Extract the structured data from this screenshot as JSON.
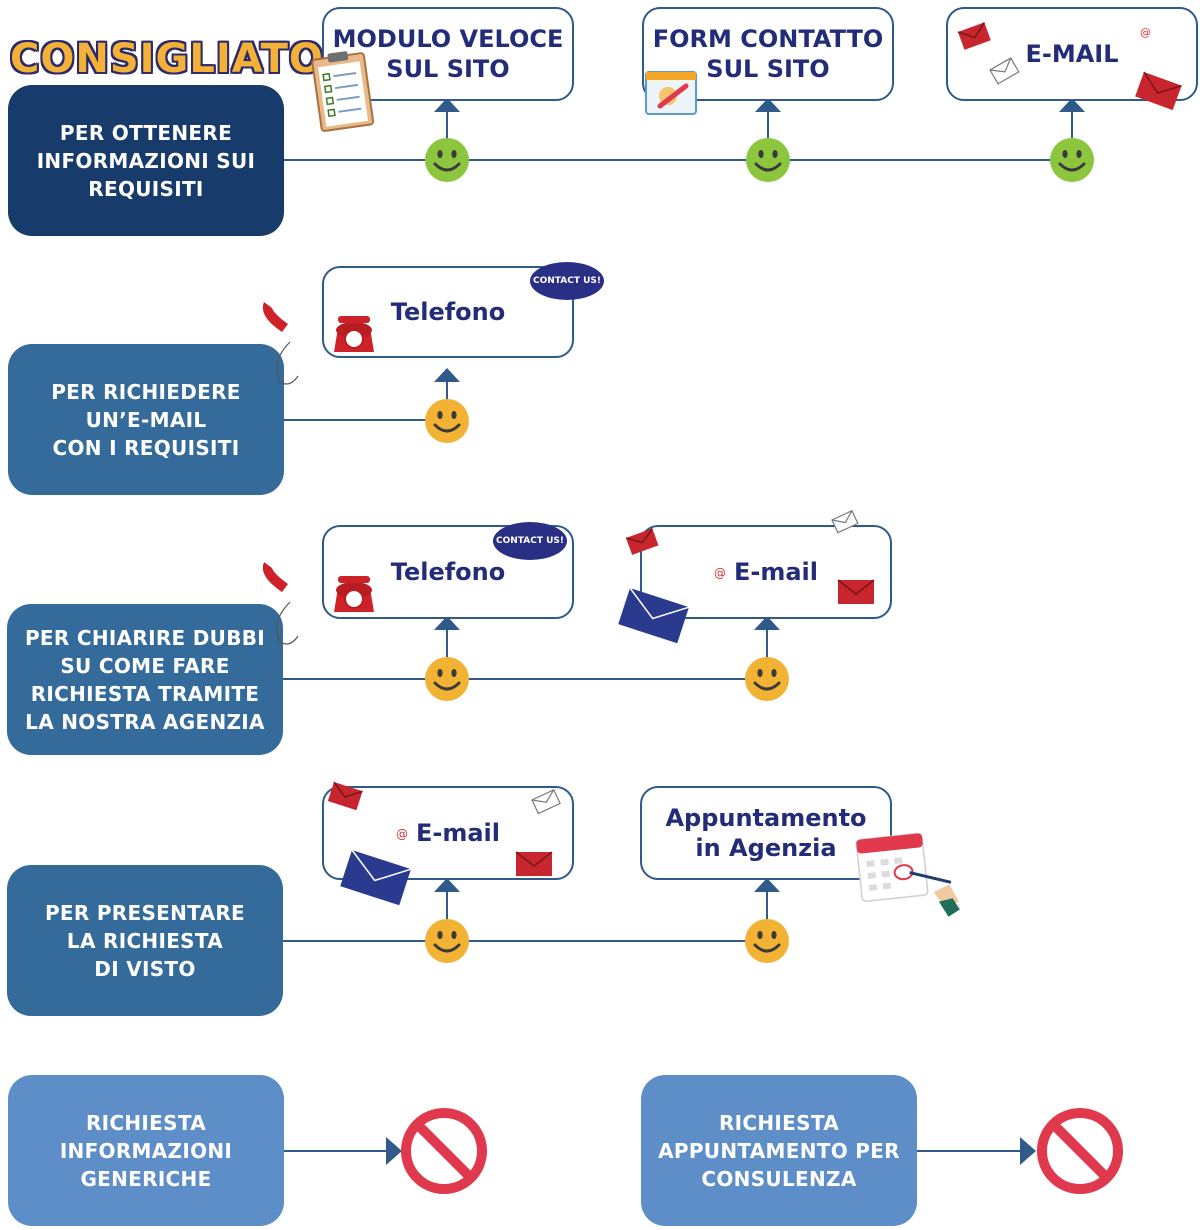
{
  "badge": "CONSIGLIATO",
  "categories": {
    "c1": "PER OTTENERE\nINFORMAZIONI SUI\nREQUISITI",
    "c2": "PER RICHIEDERE\nUN’E-MAIL\nCON I REQUISITI",
    "c3": "PER CHIARIRE DUBBI\nSU COME FARE\nRICHIESTA TRAMITE\nLA NOSTRA AGENZIA",
    "c4": "PER PRESENTARE\nLA RICHIESTA\nDI VISTO",
    "c5": "RICHIESTA\nINFORMAZIONI\nGENERICHE",
    "c6": "RICHIESTA\nAPPUNTAMENTO PER\nCONSULENZA"
  },
  "options": {
    "o1": "MODULO VELOCE\nSUL SITO",
    "o2": "FORM CONTATTO\nSUL SITO",
    "o3": "E-MAIL",
    "o4": "Telefono",
    "o5": "Telefono",
    "o6": "E-mail",
    "o7": "E-mail",
    "o8": "Appuntamento\nin Agenzia"
  },
  "bubble_text": "CONTACT US!",
  "colors": {
    "dark_navy": "#173b6a",
    "mid_blue": "#356b9b",
    "light_blue": "#5d8ec8",
    "green_smiley": "#8cc63f",
    "yellow_smiley": "#f2b233",
    "line": "#2f5a8a",
    "forbidden": "#e0384c"
  },
  "icons": [
    "clipboard-icon",
    "form-icon",
    "envelope-icon",
    "phone-icon",
    "calendar-icon",
    "smiley-icon",
    "forbidden-icon"
  ]
}
